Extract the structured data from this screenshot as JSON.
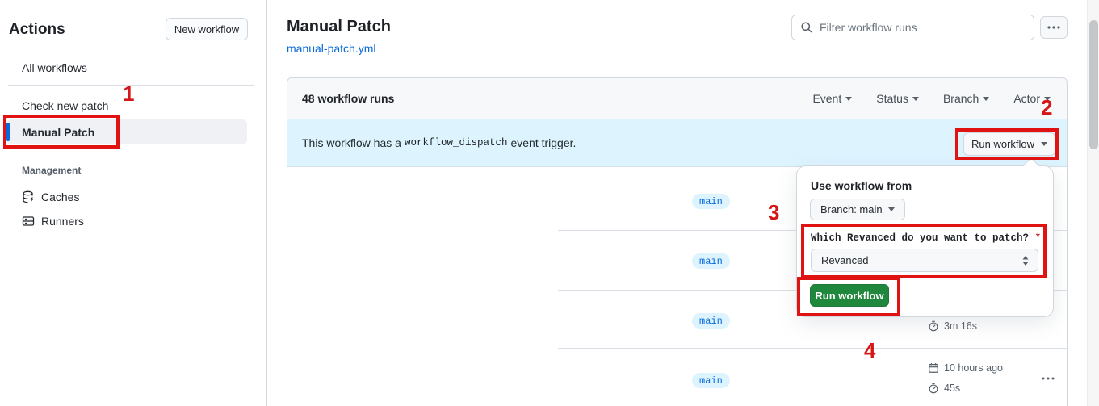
{
  "sidebar": {
    "title": "Actions",
    "new_workflow_button": "New workflow",
    "items": [
      {
        "label": "All workflows",
        "selected": false
      },
      {
        "label": "Check new patch",
        "selected": false
      },
      {
        "label": "Manual Patch",
        "selected": true
      }
    ],
    "management": {
      "header": "Management",
      "items": [
        {
          "label": "Caches",
          "icon": "cache-database-icon"
        },
        {
          "label": "Runners",
          "icon": "server-icon"
        }
      ]
    }
  },
  "header": {
    "title": "Manual Patch",
    "file_link": "manual-patch.yml",
    "search_placeholder": "Filter workflow runs"
  },
  "list": {
    "count_label": "48 workflow runs",
    "filters": [
      "Event",
      "Status",
      "Branch",
      "Actor"
    ],
    "banner": {
      "text_before": "This workflow has a",
      "code": "workflow_dispatch",
      "text_after": "event trigger.",
      "run_workflow_button": "Run workflow"
    },
    "rows": [
      {
        "branch": "main"
      },
      {
        "branch": "main"
      },
      {
        "branch": "main",
        "duration": "3m 16s"
      },
      {
        "branch": "main",
        "time": "10 hours ago",
        "duration": "45s"
      }
    ]
  },
  "popup": {
    "title": "Use workflow from",
    "branch_button": "Branch: main",
    "input_label": "Which Revanced do you want to patch?",
    "required_marker": "*",
    "select_value": "Revanced",
    "run_button": "Run workflow"
  },
  "annotations": {
    "labels": [
      "1",
      "2",
      "3",
      "4"
    ],
    "color": "#e01212"
  },
  "colors": {
    "banner_blue": "#ddf4ff",
    "badge_blue": "#0969da",
    "button_green": "#1f883d",
    "annotation_red": "#e01212",
    "top_fragment_orange": "#f2745c"
  }
}
